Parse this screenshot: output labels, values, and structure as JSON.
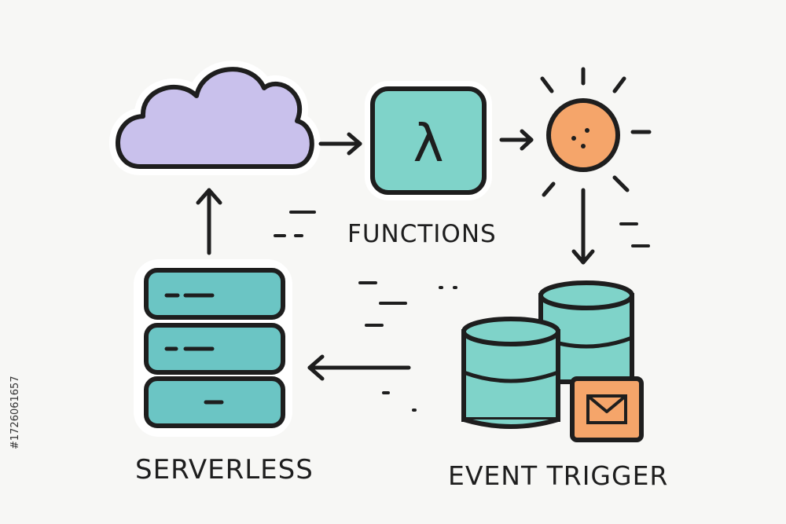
{
  "labels": {
    "functions": "FUNCTIONS",
    "serverless": "SERVERLESS",
    "event_trigger": "EVENT TRIGGER"
  },
  "lambda_symbol": "λ",
  "watermark_id": "#1726061657",
  "colors": {
    "background": "#f7f7f5",
    "outline": "#1e1e1e",
    "cloud": "#c9c1ec",
    "teal": "#7fd3c9",
    "server": "#6bc5c4",
    "sun": "#f5a56a",
    "mail": "#f5a56a"
  },
  "icons": [
    "cloud-icon",
    "lambda-icon",
    "sun-icon",
    "server-stack-icon",
    "database-icon",
    "mail-icon"
  ]
}
